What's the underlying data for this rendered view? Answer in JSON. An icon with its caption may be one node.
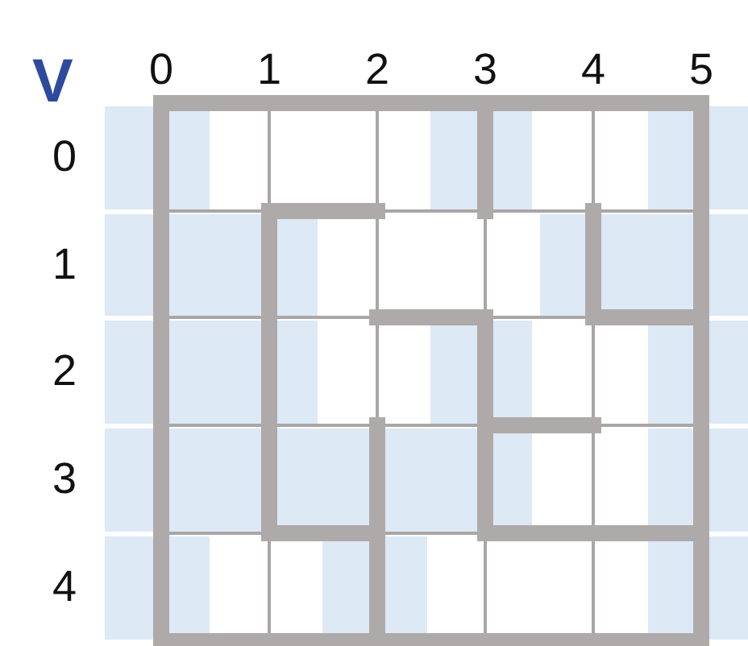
{
  "diagram": {
    "labels": [
      "V",
      "0",
      "1",
      "2",
      "3",
      "4",
      "5",
      "0",
      "1",
      "2",
      "3",
      "4"
    ]
  }
}
